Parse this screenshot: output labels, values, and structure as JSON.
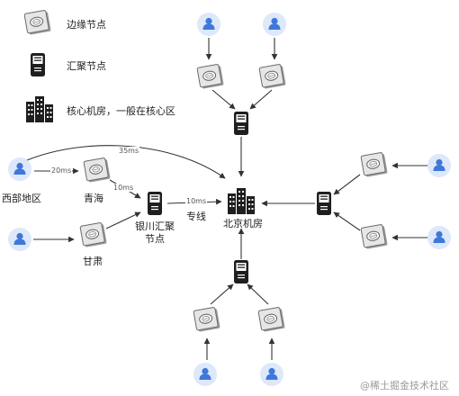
{
  "legend": {
    "edge_node": "边缘节点",
    "aggregation_node": "汇聚节点",
    "core_room": "核心机房，一般在核心区"
  },
  "labels": {
    "west_region": "西部地区",
    "qinghai": "青海",
    "gansu": "甘肃",
    "yinchuan_line1": "银川汇聚",
    "yinchuan_line2": "节点",
    "private_line": "专线",
    "beijing_room": "北京机房"
  },
  "latencies": {
    "west_to_beijing": "35ms",
    "west_to_qinghai": "20ms",
    "qinghai_to_yinchuan": "10ms",
    "yinchuan_to_beijing": "10ms"
  },
  "watermark": "@稀土掘金技术社区",
  "colors": {
    "user_fill": "#3f78d9",
    "user_halo": "#dde8fa",
    "node_dark": "#1f1f1f",
    "edge_node_fill": "#e6e6e6",
    "line": "#333333"
  }
}
